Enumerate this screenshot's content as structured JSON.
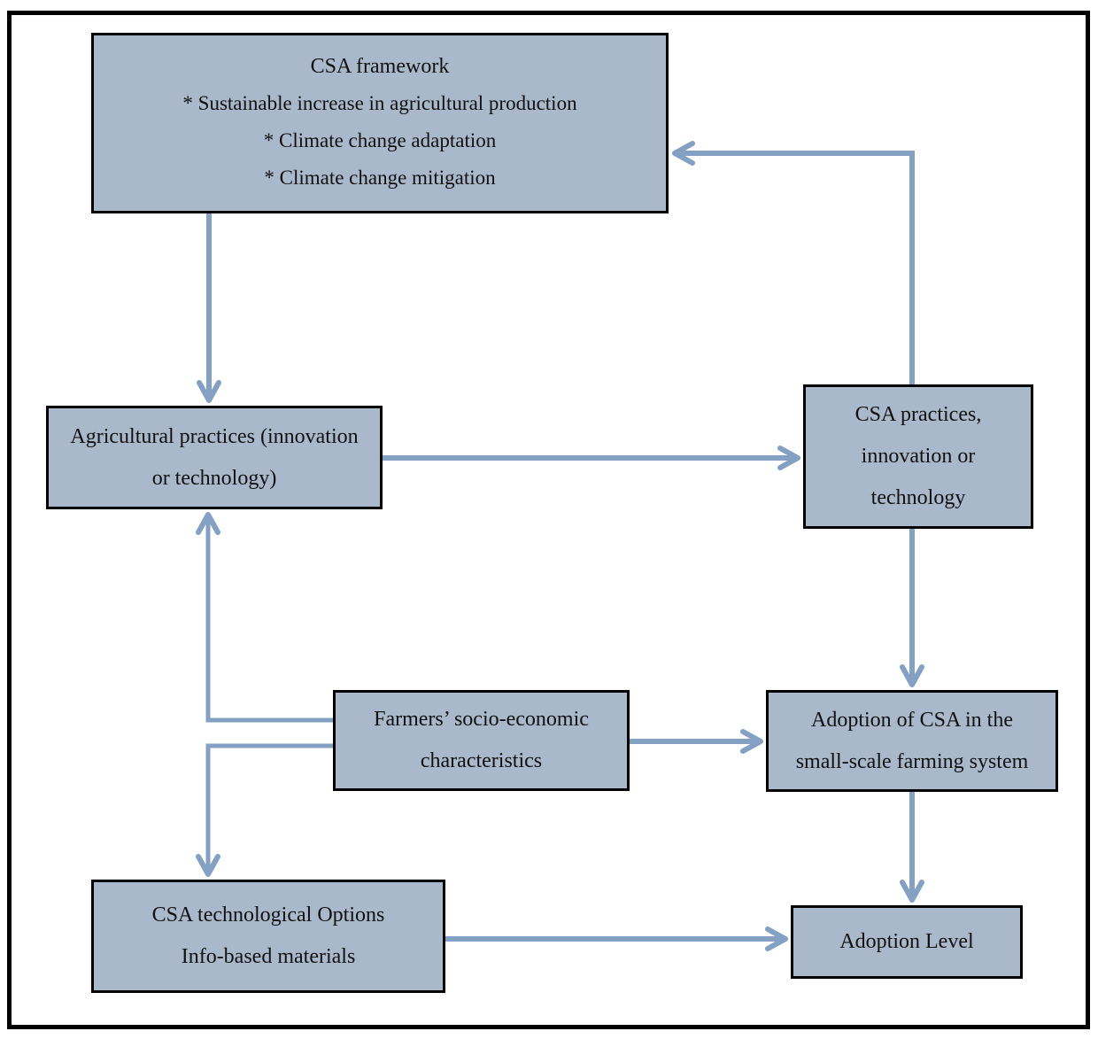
{
  "colors": {
    "box_fill": "#a9b8cb",
    "box_border": "#000000",
    "arrow": "#84a0c2",
    "frame": "#000000",
    "text": "#111111",
    "background": "#ffffff"
  },
  "boxes": {
    "csa_framework": {
      "title": "CSA framework",
      "items": [
        "* Sustainable increase in agricultural production",
        "* Climate change adaptation",
        "* Climate change mitigation"
      ]
    },
    "agricultural_practices": {
      "lines": [
        "Agricultural practices (innovation",
        "or technology)"
      ]
    },
    "csa_practices": {
      "lines": [
        "CSA practices,",
        "innovation or",
        "technology"
      ]
    },
    "farmers_characteristics": {
      "lines": [
        "Farmers’ socio-economic",
        "characteristics"
      ]
    },
    "adoption_csa": {
      "lines": [
        "Adoption of CSA in the",
        "small-scale farming system"
      ]
    },
    "csa_tech_options": {
      "lines": [
        "CSA technological Options",
        "Info-based materials"
      ]
    },
    "adoption_level": {
      "lines": [
        "Adoption Level"
      ]
    }
  },
  "connections": [
    {
      "from": "csa_framework",
      "to": "agricultural_practices",
      "direction": "down"
    },
    {
      "from": "agricultural_practices",
      "to": "csa_practices",
      "direction": "right"
    },
    {
      "from": "csa_practices",
      "to": "csa_framework",
      "direction": "up-left feedback"
    },
    {
      "from": "csa_practices",
      "to": "adoption_csa",
      "direction": "down"
    },
    {
      "from": "farmers_characteristics",
      "to": "adoption_csa",
      "direction": "right"
    },
    {
      "from": "farmers_characteristics",
      "to": "agricultural_practices",
      "direction": "left-up"
    },
    {
      "from": "farmers_characteristics",
      "to": "csa_tech_options",
      "direction": "left-down"
    },
    {
      "from": "adoption_csa",
      "to": "adoption_level",
      "direction": "down"
    },
    {
      "from": "csa_tech_options",
      "to": "adoption_level",
      "direction": "right"
    }
  ]
}
